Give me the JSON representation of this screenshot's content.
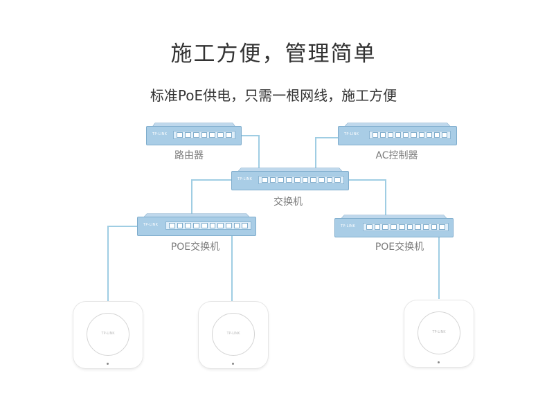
{
  "title": "施工方便，管理简单",
  "subtitle": "标准PoE供电，只需一根网线，施工方便",
  "devices": {
    "router": {
      "label": "路由器",
      "brand": "TP-LINK"
    },
    "ac_controller": {
      "label": "AC控制器",
      "brand": "TP-LINK"
    },
    "switch": {
      "label": "交换机",
      "brand": "TP-LINK"
    },
    "poe_left": {
      "label": "POE交换机",
      "brand": "TP-LINK"
    },
    "poe_right": {
      "label": "POE交换机",
      "brand": "TP-LINK"
    }
  },
  "access_points": [
    {
      "brand": "TP-LINK"
    },
    {
      "brand": "TP-LINK"
    },
    {
      "brand": "TP-LINK"
    }
  ],
  "colors": {
    "device": "#a9cde6",
    "line": "#9fcde3",
    "label": "#7a7a7a"
  }
}
